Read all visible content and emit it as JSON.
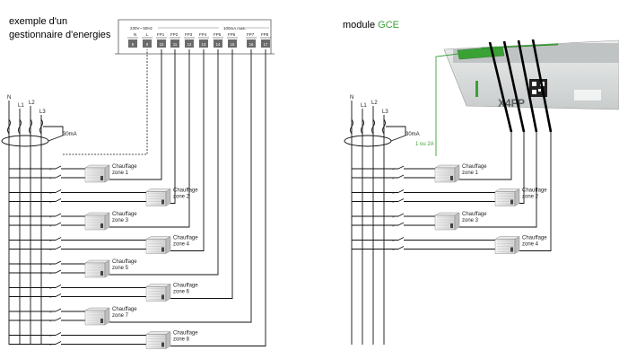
{
  "left_panel": {
    "title_line1": "exemple d'un",
    "title_line2": "gestionnaire d'energies",
    "supply_label": "230V~ 50Hz",
    "max_label": "100mA max.",
    "n_label": "N",
    "l_label": "L",
    "terminals": [
      {
        "top": "",
        "num": "8"
      },
      {
        "top": "",
        "num": "9"
      },
      {
        "top": "FP1",
        "num": "10"
      },
      {
        "top": "FP2",
        "num": "11"
      },
      {
        "top": "FP3",
        "num": "12"
      },
      {
        "top": "FP4",
        "num": "13"
      },
      {
        "top": "FP5",
        "num": "14"
      },
      {
        "top": "FP6",
        "num": "15"
      },
      {
        "top": "FP7",
        "num": "16"
      },
      {
        "top": "FP8",
        "num": "17"
      }
    ],
    "phases": [
      "N",
      "L1",
      "L2",
      "L3"
    ],
    "rcd_label": "30mA",
    "heater_word": "Chauffage",
    "zones": [
      "zone 1",
      "zone 2",
      "zone 3",
      "zone 4",
      "zone 5",
      "zone 6",
      "zone 7",
      "zone 8"
    ]
  },
  "right_panel": {
    "title_prefix": "module ",
    "title_brand": "GCE",
    "fuse_label": "1 ou 2A",
    "module_text": "X4FP",
    "phases": [
      "N",
      "L1",
      "L2",
      "L3"
    ],
    "rcd_label": "30mA",
    "heater_word": "Chauffage",
    "zones": [
      "zone 1",
      "zone 2",
      "zone 3",
      "zone 4"
    ],
    "colors": {
      "brand": "#3aa135",
      "module_body": "#d9dcdc",
      "terminal_block": "#3aa135"
    }
  }
}
